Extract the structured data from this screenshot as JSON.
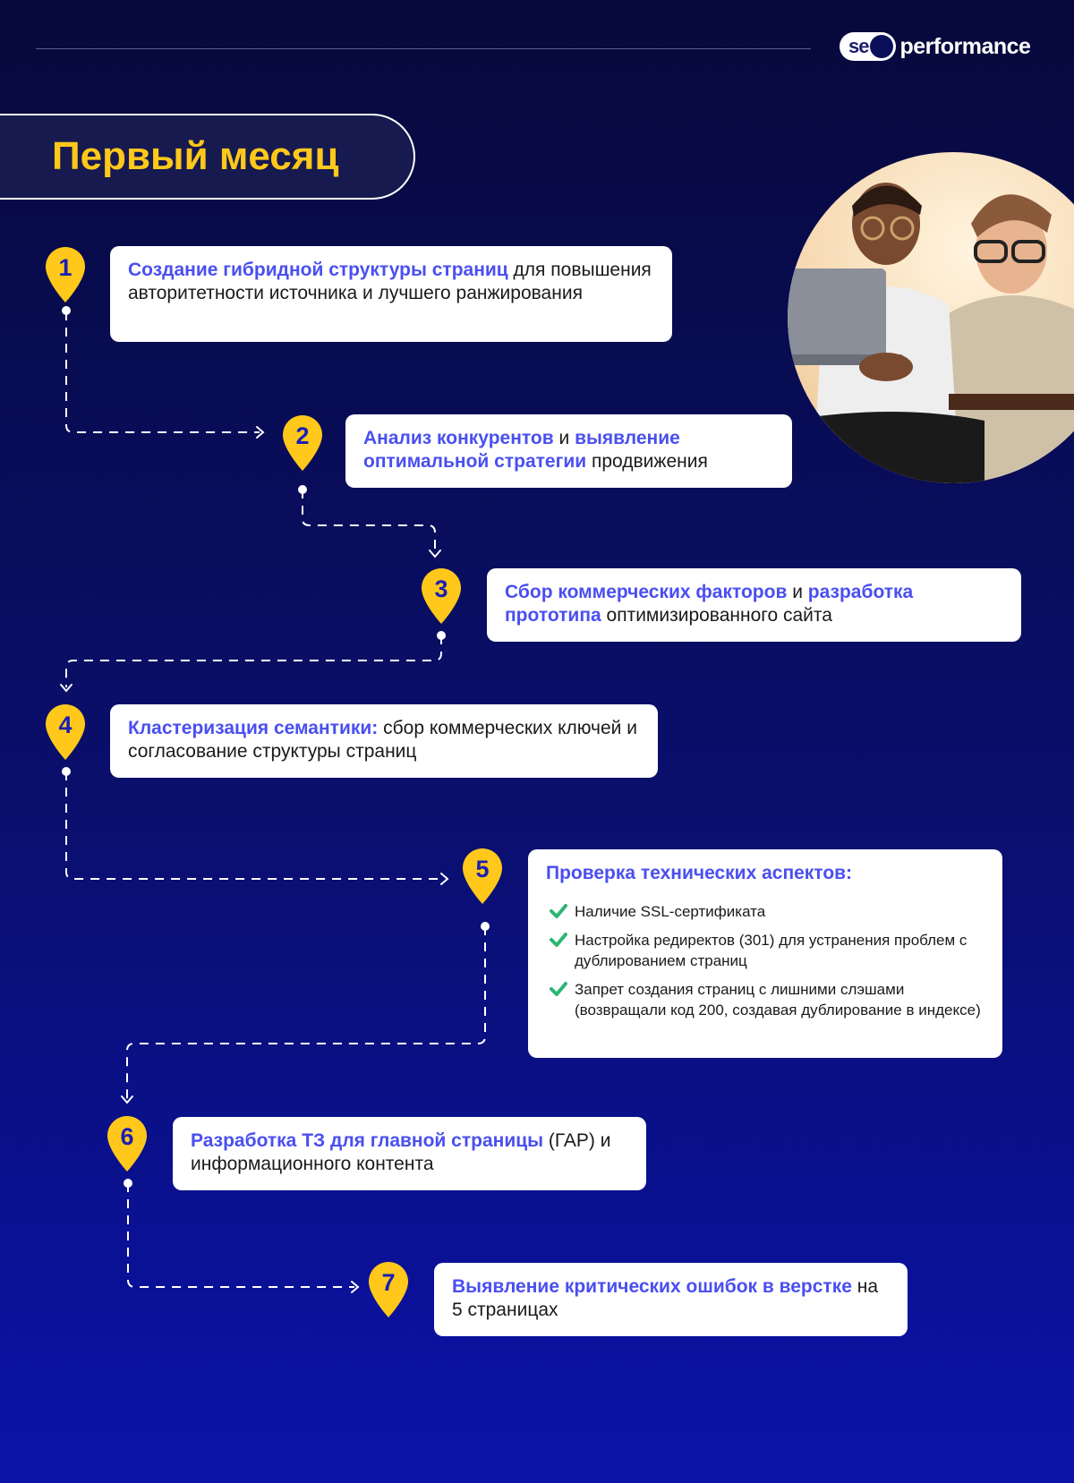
{
  "brand": {
    "logo_se": "se",
    "logo_performance": "performance"
  },
  "title": "Первый месяц",
  "steps": [
    {
      "number": "1",
      "highlight": "Создание гибридной структуры страниц",
      "text": " для повышения авторитетности источника и лучшего ранжирования"
    },
    {
      "number": "2",
      "highlight": "Анализ конкурентов",
      "middle": " и ",
      "highlight2": "выявление оптимальной стратегии",
      "text": " продвижения"
    },
    {
      "number": "3",
      "highlight": "Сбор коммерческих факторов",
      "middle": " и ",
      "highlight2": "разработка прототипа",
      "text": " оптимизированного сайта"
    },
    {
      "number": "4",
      "highlight": "Кластеризация семантики:",
      "text": " сбор коммерческих ключей и согласование структуры страниц"
    },
    {
      "number": "5",
      "highlight": "Проверка технических аспектов:",
      "items": [
        "Наличие SSL-сертификата",
        "Настройка редиректов (301) для устранения проблем с дублированием страниц",
        "Запрет создания страниц с лишними слэшами (возвращали код 200, создавая дублирование в индексе)"
      ]
    },
    {
      "number": "6",
      "highlight": "Разработка ТЗ для главной страницы",
      "text": " (ГАР) и информационного контента"
    },
    {
      "number": "7",
      "highlight": "Выявление критических ошибок в верстке",
      "text": " на 5 страницах"
    }
  ],
  "colors": {
    "accent": "#4a4ff0",
    "pin": "#ffc81a",
    "title": "#ffc81a",
    "check": "#2bb673"
  },
  "icons": {
    "pin": "map-pin-icon",
    "check": "check-icon"
  }
}
